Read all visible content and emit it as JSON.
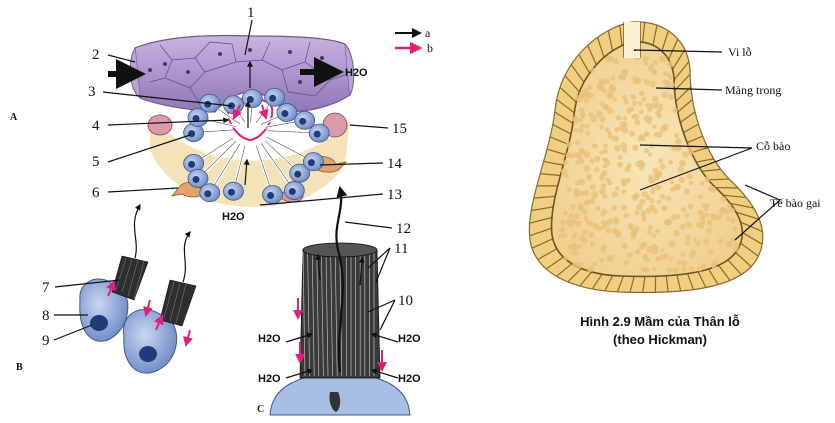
{
  "left_figure": {
    "panels": {
      "A": "A",
      "B": "B",
      "C": "C"
    },
    "numbers": [
      "1",
      "2",
      "3",
      "4",
      "5",
      "6",
      "7",
      "8",
      "9",
      "10",
      "11",
      "12",
      "13",
      "14",
      "15"
    ],
    "legend": {
      "a": "a",
      "b": "b"
    },
    "h2o": "H2O",
    "colors": {
      "black_arrow": "#111111",
      "pink_arrow": "#e0207a",
      "epithelium": "#a58bc6",
      "collar_cell": "#8fa9d9"
    }
  },
  "right_figure": {
    "labels": {
      "pore": "Vi lỗ",
      "inner_membrane": "Màng trong",
      "archaeocytes": "Cỗ bào",
      "spine_cells": "Tế bào gai"
    },
    "caption_line1": "Hình 2.9 Mầm của Thân lỗ",
    "caption_line2": "(theo Hickman)",
    "colors": {
      "interior": "#f3d8a0",
      "rim": "#e8c070"
    }
  }
}
